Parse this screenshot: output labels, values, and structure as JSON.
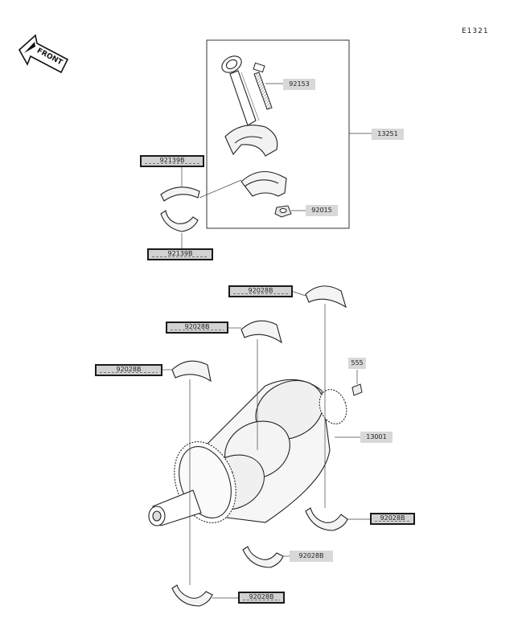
{
  "page_code": "E1321",
  "front_label": "FRONT",
  "parts": {
    "bolt": "92153",
    "conrod_assy": "13251",
    "upper_bearing_left": "92139B",
    "lower_bearing_left": "92139B",
    "nut": "92015",
    "main_bearing_top_right": "92028B",
    "main_bearing_upper_mid": "92028B",
    "main_bearing_upper_left": "92028B",
    "key": "555",
    "crankshaft": "13001",
    "main_bearing_lower_right": "92028B",
    "main_bearing_lower_mid": "92028B",
    "main_bearing_lower_left": "92028B"
  }
}
